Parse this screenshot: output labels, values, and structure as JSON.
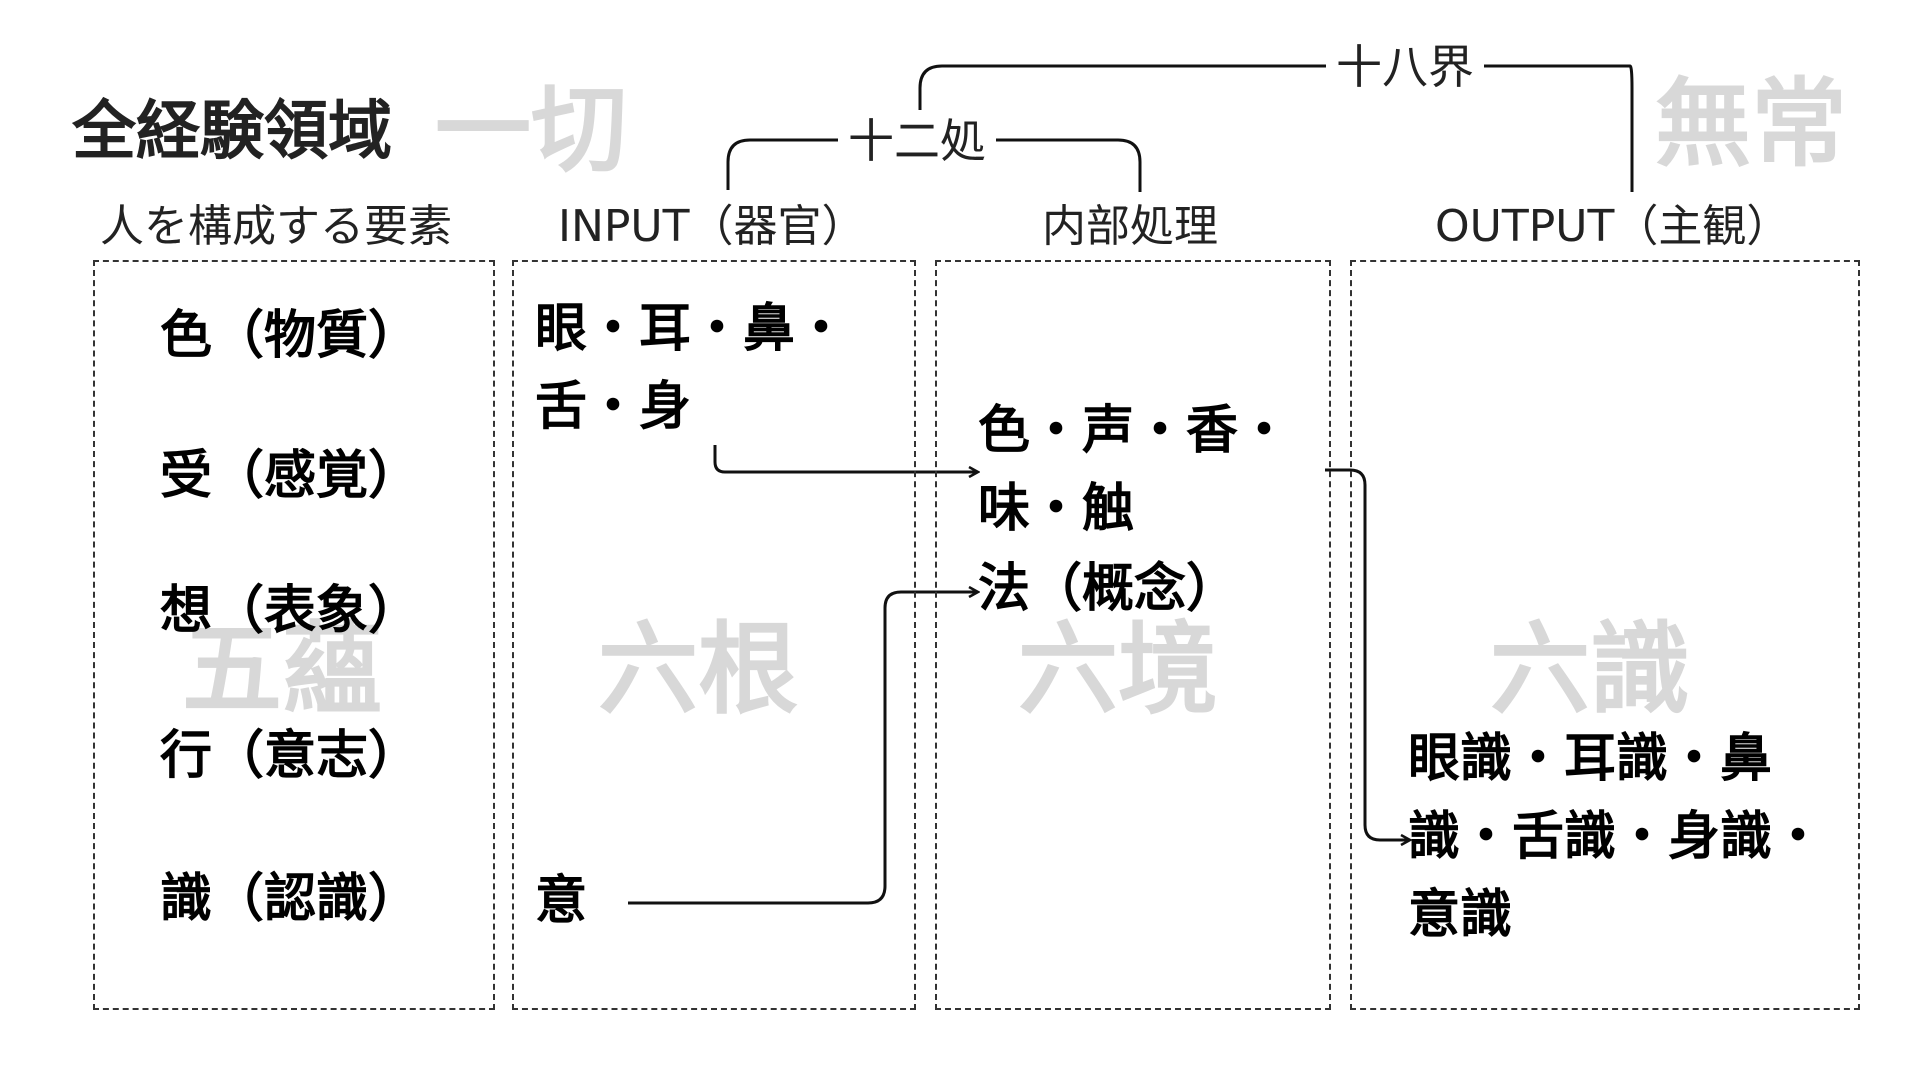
{
  "title": "全経験領域",
  "watermarks": {
    "issai": "一切",
    "mujo": "無常"
  },
  "braces": {
    "juunisho": "十二処",
    "juuhachikai": "十八界"
  },
  "columns": [
    {
      "header": "人を構成する要素",
      "watermark": "五蘊",
      "items": [
        "色（物質）",
        "受（感覚）",
        "想（表象）",
        "行（意志）",
        "識（認識）"
      ]
    },
    {
      "header": "INPUT（器官）",
      "watermark": "六根",
      "items": [
        "眼・耳・鼻・舌・身",
        "意"
      ]
    },
    {
      "header": "内部処理",
      "watermark": "六境",
      "items": [
        "色・声・香・味・触",
        "法（概念）"
      ]
    },
    {
      "header": "OUTPUT（主観）",
      "watermark": "六識",
      "items": [
        "眼識・耳識・鼻識・舌識・身識・意識"
      ]
    }
  ],
  "colors": {
    "text": "#111111",
    "watermark": "#d8d8d8",
    "border": "#333333",
    "line": "#111111"
  }
}
